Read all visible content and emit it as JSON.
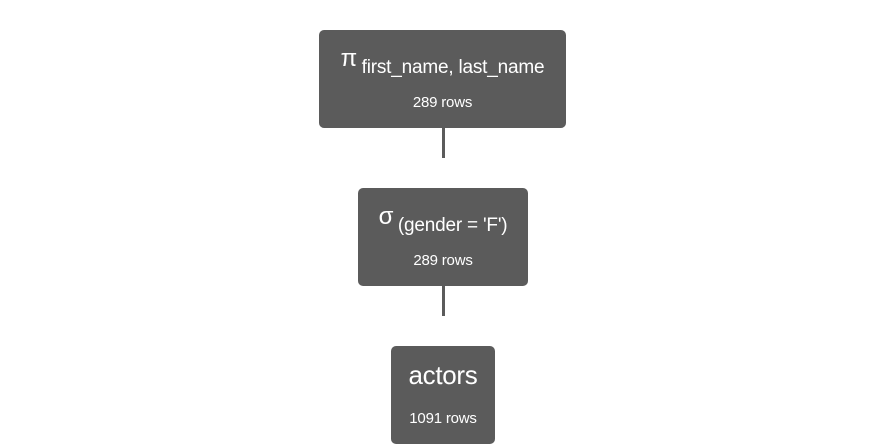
{
  "colors": {
    "node_fill": "#5b5b5b",
    "node_text": "#ffffff",
    "edge": "#5b5b5b",
    "background": "#ffffff"
  },
  "nodes": {
    "projection": {
      "symbol": "π",
      "subscript": "first_name, last_name",
      "rows": "289 rows"
    },
    "selection": {
      "symbol": "σ",
      "subscript": "(gender = 'F')",
      "rows": "289 rows"
    },
    "relation": {
      "name": "actors",
      "rows": "1091 rows"
    }
  }
}
